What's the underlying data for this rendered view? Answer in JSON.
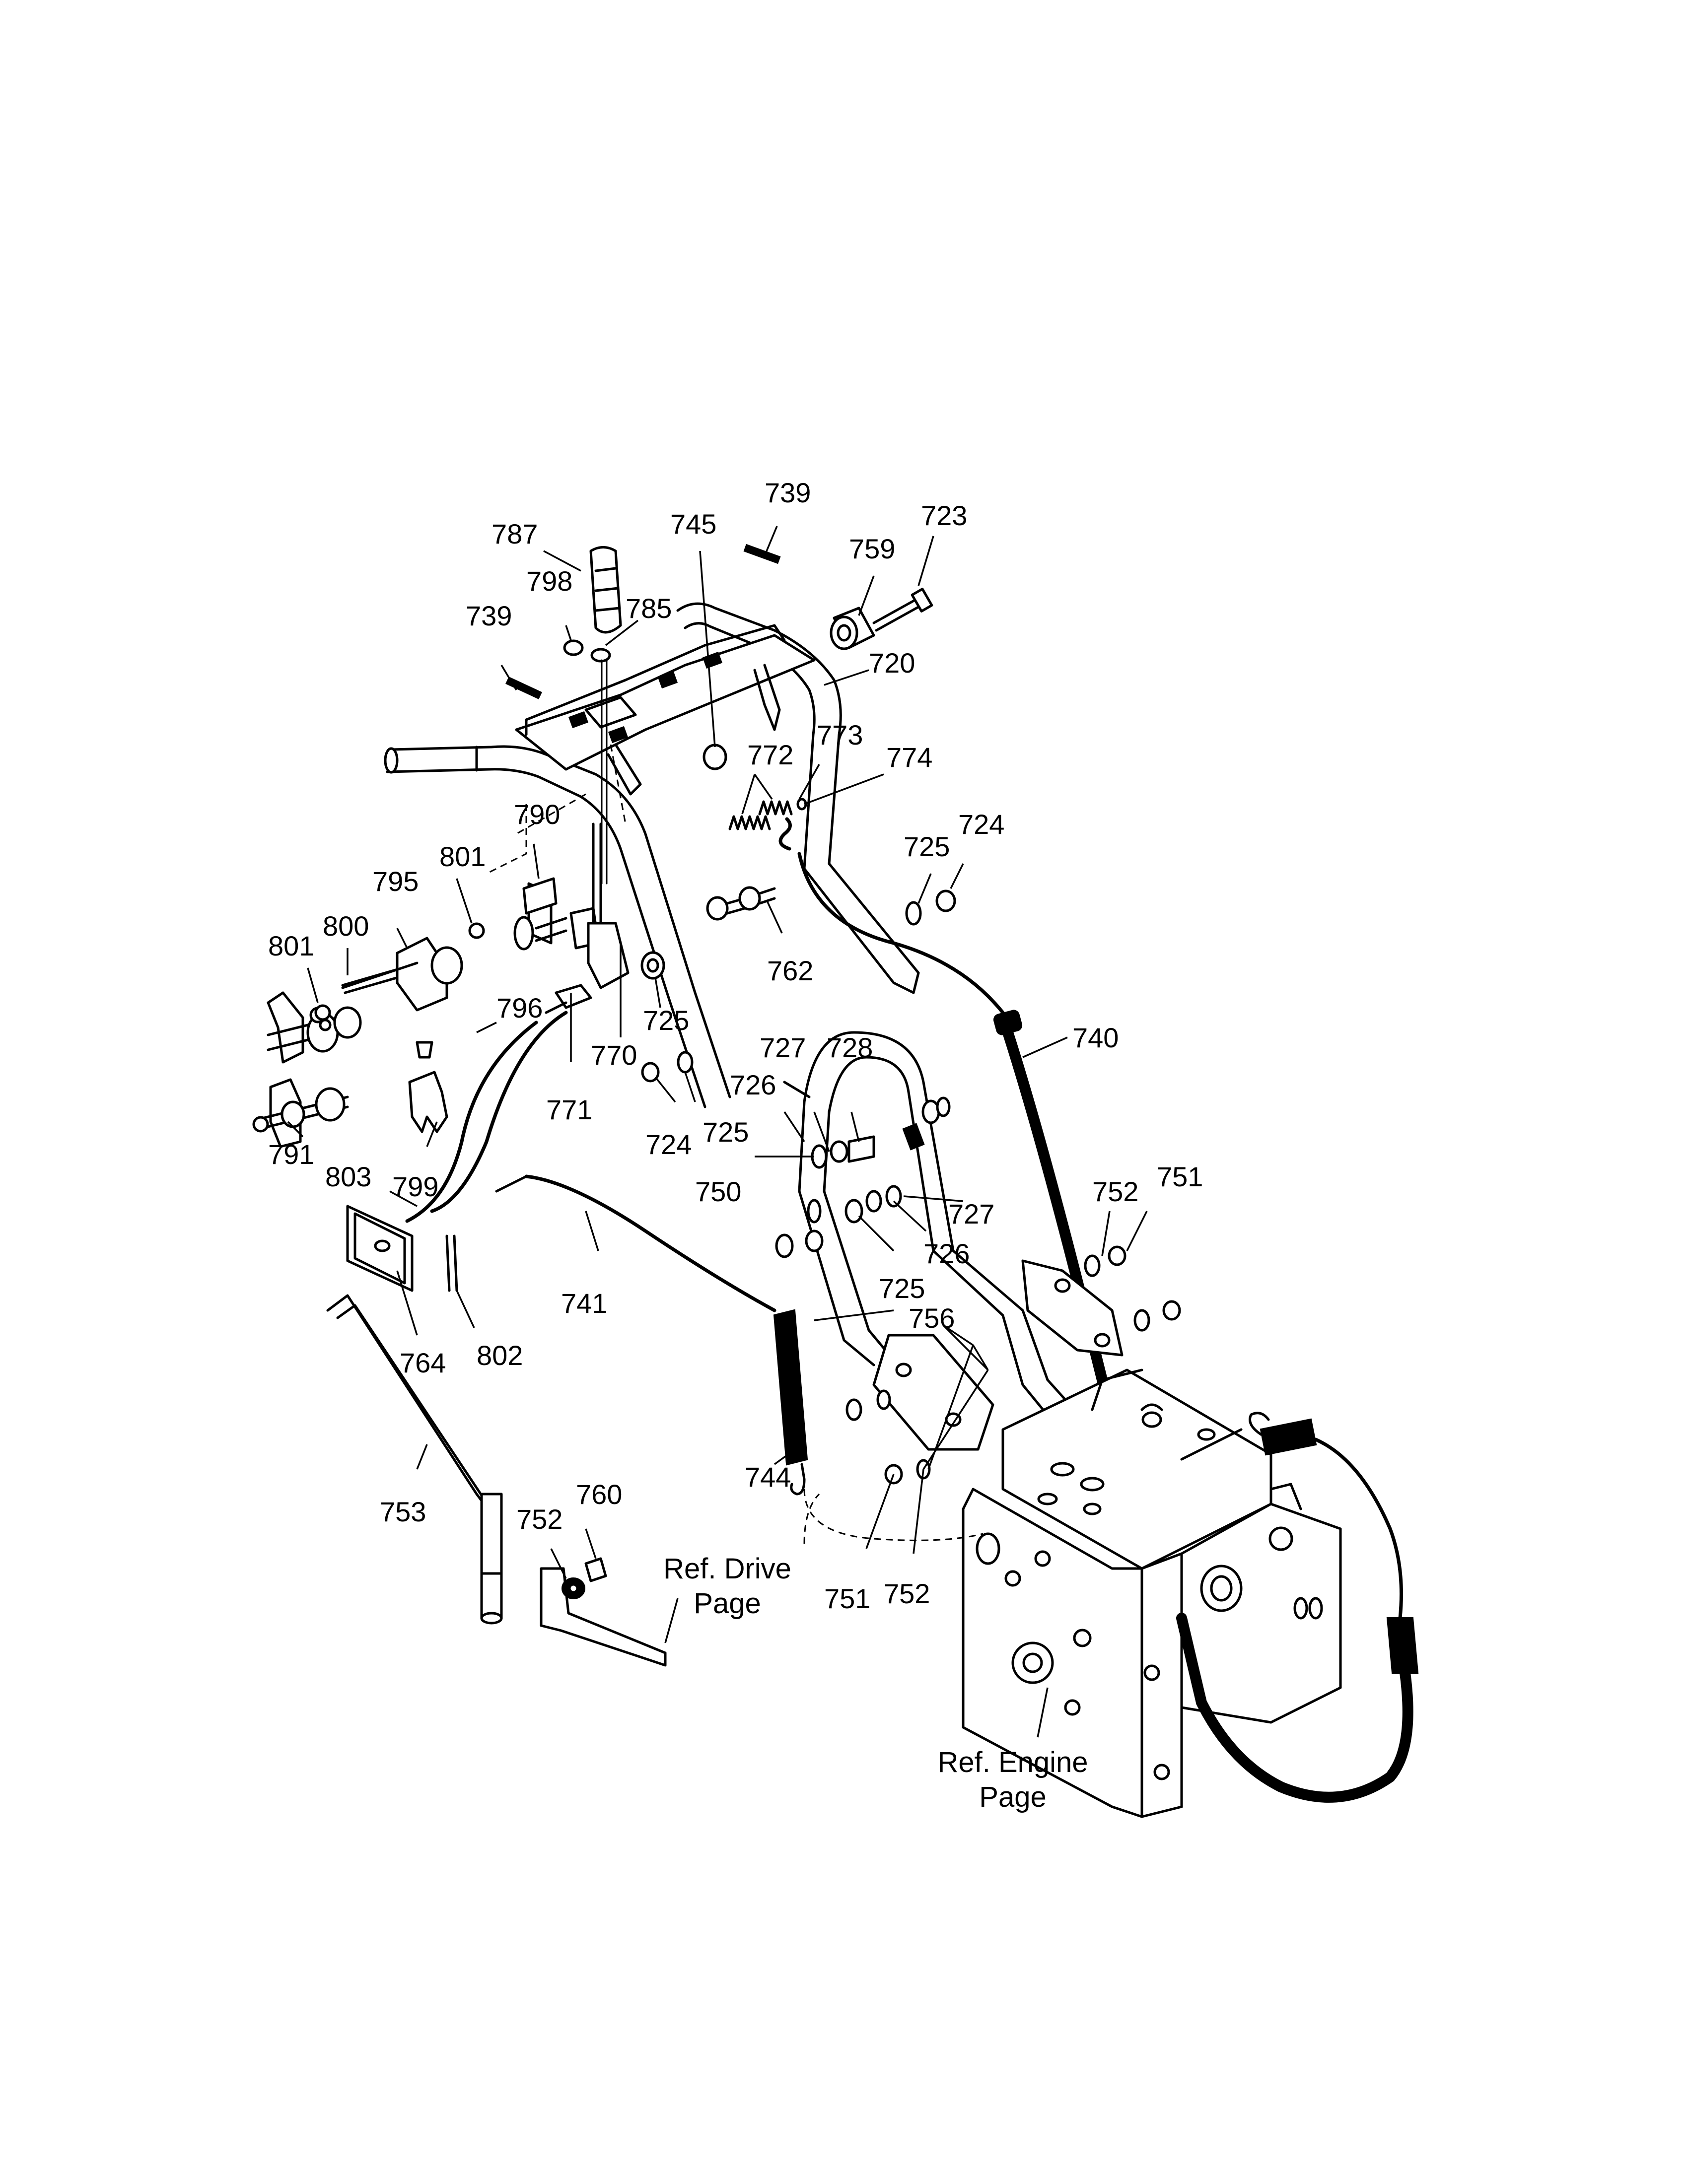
{
  "diagram": {
    "part_labels": [
      {
        "id": "723",
        "text": "723"
      },
      {
        "id": "759",
        "text": "759"
      },
      {
        "id": "739a",
        "text": "739"
      },
      {
        "id": "745",
        "text": "745"
      },
      {
        "id": "787",
        "text": "787"
      },
      {
        "id": "798",
        "text": "798"
      },
      {
        "id": "785",
        "text": "785"
      },
      {
        "id": "739b",
        "text": "739"
      },
      {
        "id": "720",
        "text": "720"
      },
      {
        "id": "773",
        "text": "773"
      },
      {
        "id": "772",
        "text": "772"
      },
      {
        "id": "774",
        "text": "774"
      },
      {
        "id": "725a",
        "text": "725"
      },
      {
        "id": "724a",
        "text": "724"
      },
      {
        "id": "790",
        "text": "790"
      },
      {
        "id": "801a",
        "text": "801"
      },
      {
        "id": "795",
        "text": "795"
      },
      {
        "id": "800",
        "text": "800"
      },
      {
        "id": "801b",
        "text": "801"
      },
      {
        "id": "762",
        "text": "762"
      },
      {
        "id": "796",
        "text": "796"
      },
      {
        "id": "725b",
        "text": "725"
      },
      {
        "id": "770",
        "text": "770"
      },
      {
        "id": "740",
        "text": "740"
      },
      {
        "id": "727a",
        "text": "727"
      },
      {
        "id": "728",
        "text": "728"
      },
      {
        "id": "726a",
        "text": "726"
      },
      {
        "id": "771",
        "text": "771"
      },
      {
        "id": "791",
        "text": "791"
      },
      {
        "id": "724b",
        "text": "724"
      },
      {
        "id": "725c",
        "text": "725"
      },
      {
        "id": "750",
        "text": "750"
      },
      {
        "id": "803",
        "text": "803"
      },
      {
        "id": "799",
        "text": "799"
      },
      {
        "id": "727b",
        "text": "727"
      },
      {
        "id": "752a",
        "text": "752"
      },
      {
        "id": "751a",
        "text": "751"
      },
      {
        "id": "726b",
        "text": "726"
      },
      {
        "id": "741",
        "text": "741"
      },
      {
        "id": "725d",
        "text": "725"
      },
      {
        "id": "756",
        "text": "756"
      },
      {
        "id": "764",
        "text": "764"
      },
      {
        "id": "802",
        "text": "802"
      },
      {
        "id": "744",
        "text": "744"
      },
      {
        "id": "753",
        "text": "753"
      },
      {
        "id": "760",
        "text": "760"
      },
      {
        "id": "752b",
        "text": "752"
      },
      {
        "id": "751b",
        "text": "751"
      },
      {
        "id": "752c",
        "text": "752"
      }
    ],
    "reference_labels": {
      "ref_drive_line1": "Ref. Drive",
      "ref_drive_line2": "Page",
      "ref_engine_line1": "Ref. Engine",
      "ref_engine_line2": "Page"
    }
  }
}
